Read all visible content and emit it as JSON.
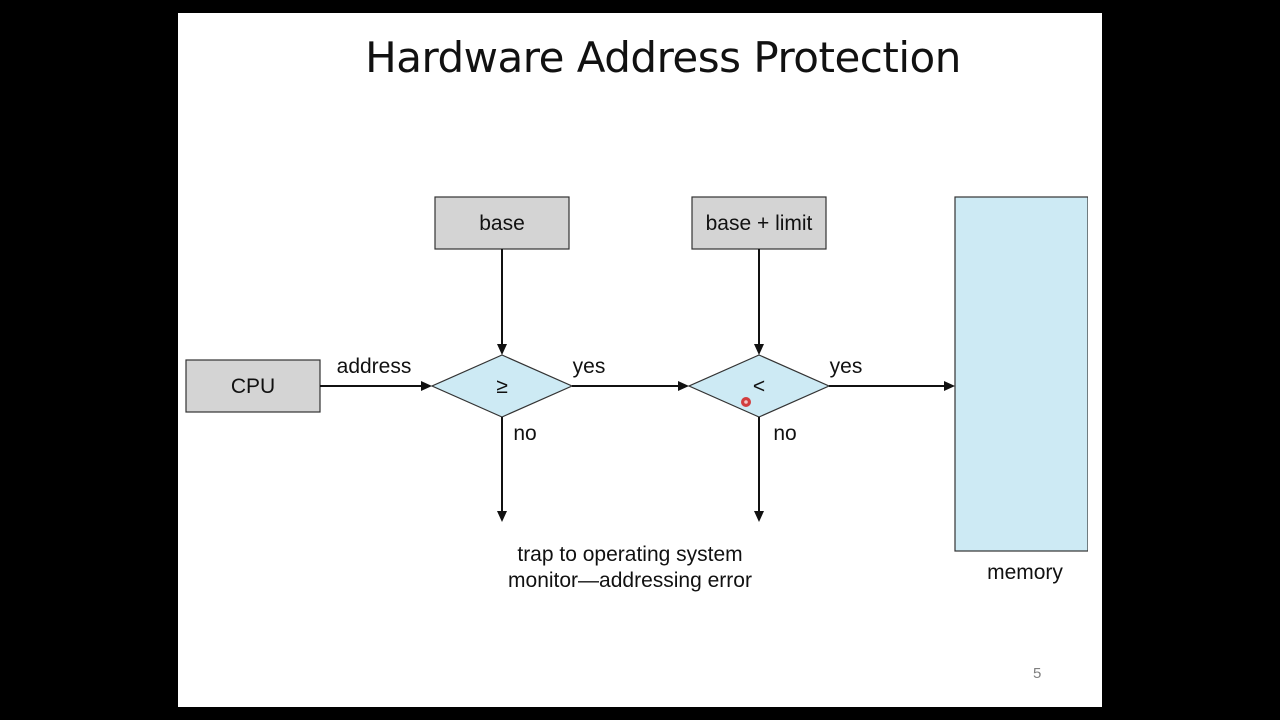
{
  "slide": {
    "title": "Hardware Address Protection",
    "number": "5"
  },
  "diagram": {
    "cpu_label": "CPU",
    "base_label": "base",
    "base_limit_label": "base + limit",
    "compare_ge_symbol": "≥",
    "compare_lt_symbol": "<",
    "address_label": "address",
    "yes_label_1": "yes",
    "yes_label_2": "yes",
    "no_label_1": "no",
    "no_label_2": "no",
    "trap_line_1": "trap to operating system",
    "trap_line_2": "monitor—addressing error",
    "memory_label": "memory"
  },
  "colors": {
    "background": "#000000",
    "slide": "#ffffff",
    "box_fill": "#d4d4d4",
    "diamond_fill": "#cdeaf4",
    "memory_fill": "#cdeaf4",
    "pointer_dot": "#d32a2a"
  }
}
